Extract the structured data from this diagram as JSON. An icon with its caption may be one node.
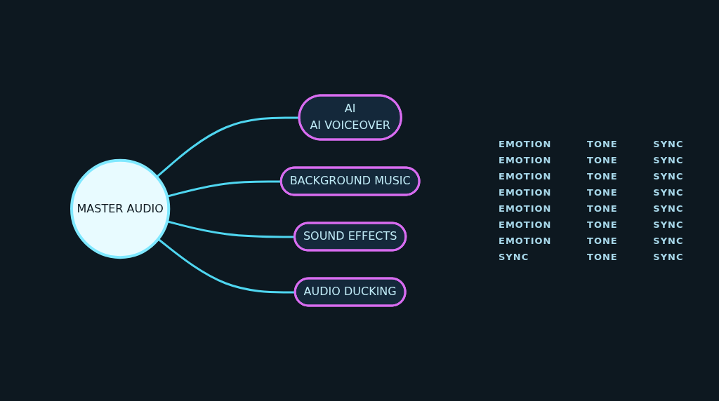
{
  "diagram": {
    "nodes": [
      {
        "text": [
          "MASTER AUDIO"
        ]
      },
      {
        "text": [
          "AI",
          "AI VOICEOVER"
        ]
      },
      {
        "text": [
          "BACKGROUND MUSIC"
        ]
      },
      {
        "text": [
          "SOUND EFFECTS"
        ]
      },
      {
        "text": [
          "AUDIO DUCKING"
        ]
      }
    ],
    "edges": [
      {
        "from": 0,
        "to": 1,
        "arrow": "none"
      },
      {
        "from": 0,
        "to": 2,
        "arrow": "none"
      },
      {
        "from": 0,
        "to": 3,
        "arrow": "none"
      },
      {
        "from": 0,
        "to": 4,
        "arrow": "none"
      }
    ],
    "labels": [
      "EMOTION",
      "TONE",
      "SYNC",
      "EMOTION",
      "TONE",
      "SYNC",
      "EMOTION",
      "TONE",
      "SYNC",
      "EMOTION",
      "TONE",
      "SYNC",
      "EMOTION",
      "TONE",
      "SYNC",
      "EMOTION",
      "TONE",
      "SYNC",
      "EMOTION",
      "TONE",
      "SYNC",
      "SYNC",
      "TONE",
      "SYNC"
    ]
  }
}
